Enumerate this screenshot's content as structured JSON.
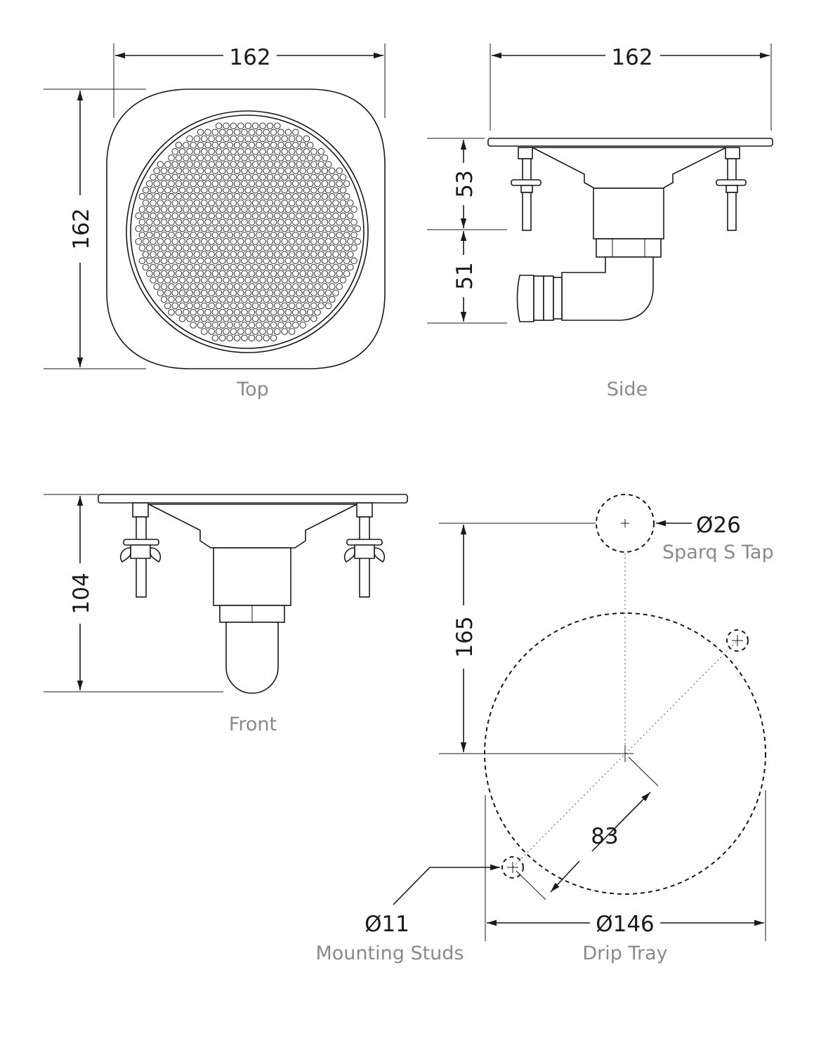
{
  "views": {
    "top": {
      "label": "Top",
      "width": "162",
      "height": "162"
    },
    "side": {
      "label": "Side",
      "width": "162",
      "upper_height": "53",
      "lower_height": "51"
    },
    "front": {
      "label": "Front",
      "height": "104"
    },
    "cutout": {
      "tap_diameter": "Ø26",
      "tap_label": "Sparq S Tap",
      "center_distance": "165",
      "radius": "83",
      "stud_diameter": "Ø11",
      "stud_label": "Mounting Studs",
      "tray_diameter": "Ø146",
      "tray_label": "Drip Tray"
    }
  },
  "colors": {
    "line": "#1a1a1a",
    "label": "#8a8a8a",
    "background": "#ffffff"
  }
}
